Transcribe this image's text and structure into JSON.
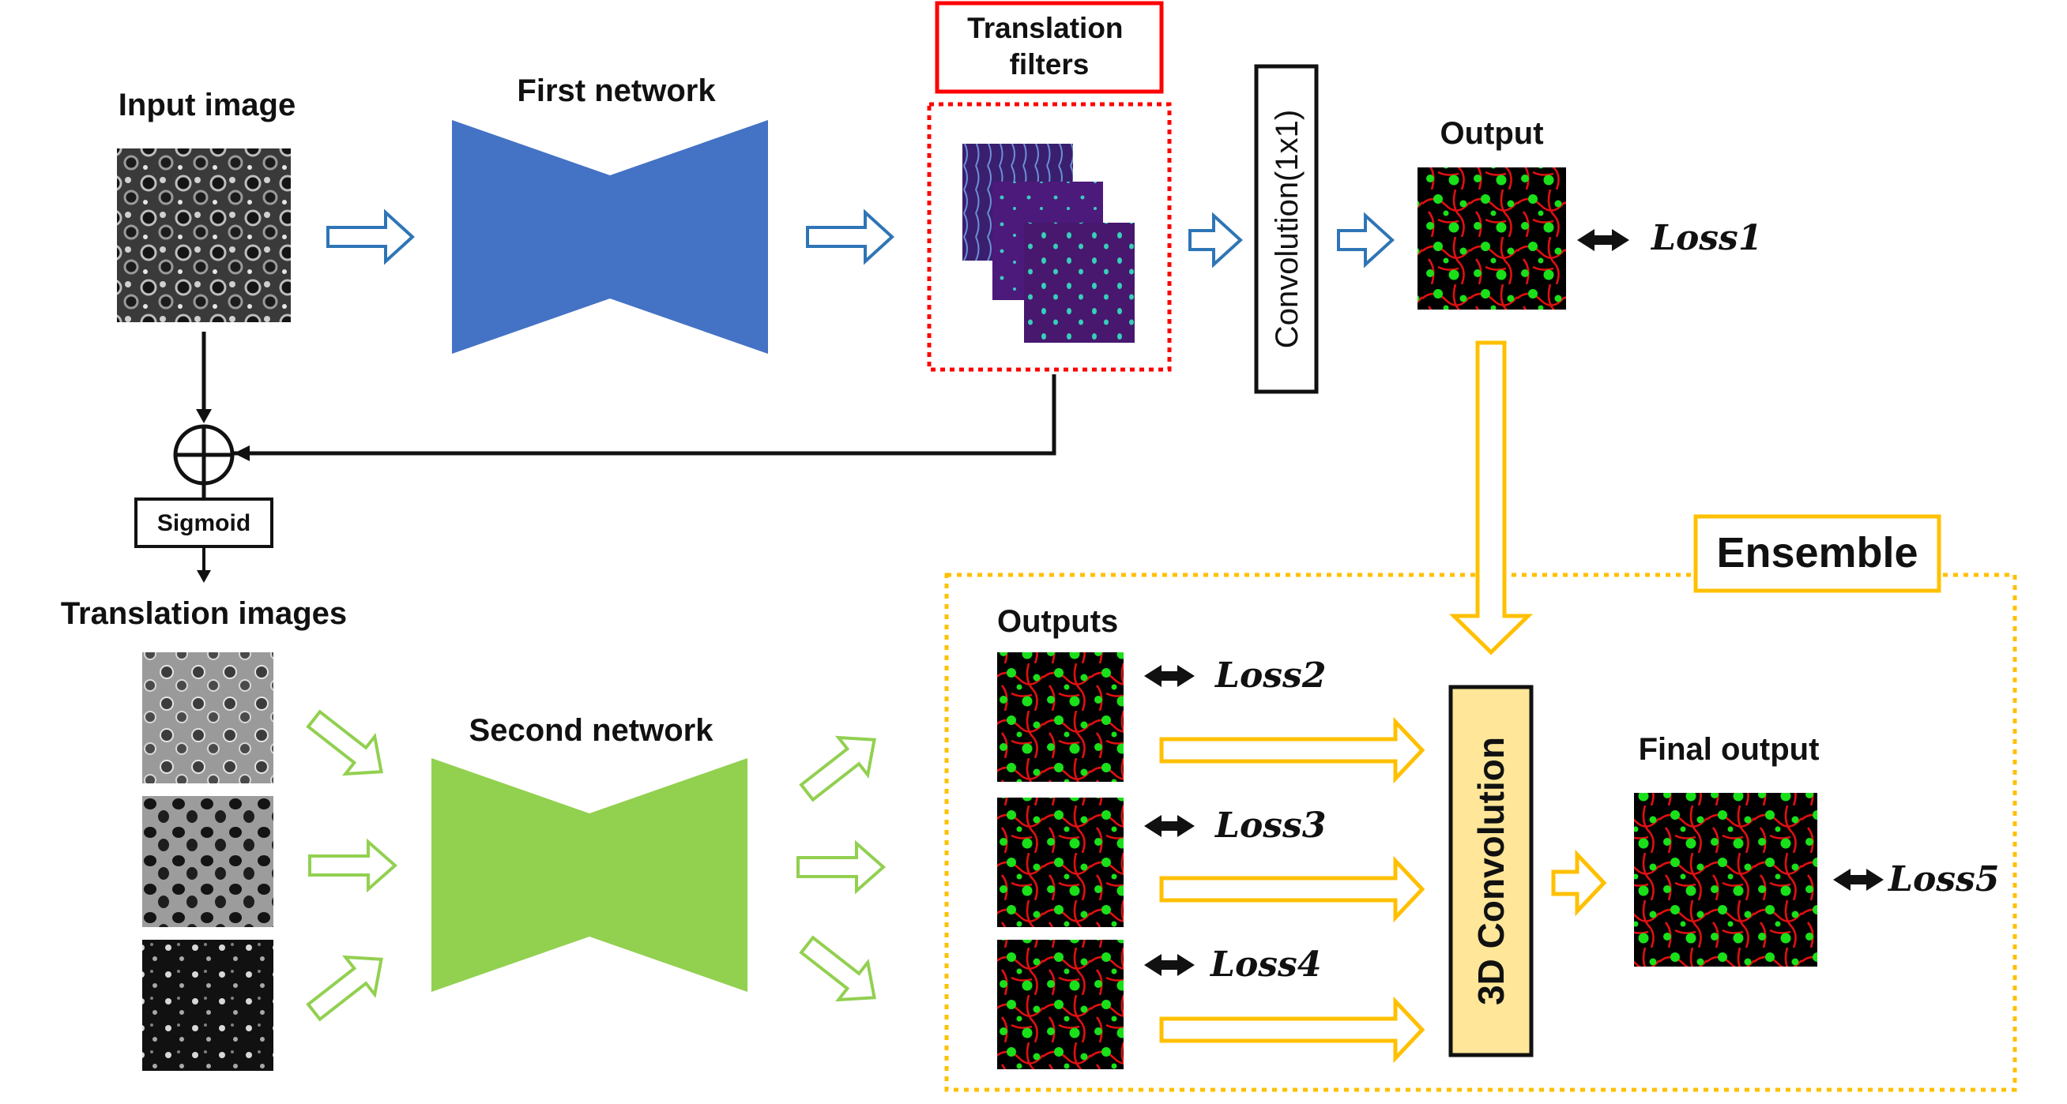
{
  "labels": {
    "input_image": "Input image",
    "first_network": "First network",
    "translation_filters": "Translation\nfilters",
    "convolution_1x1": "Convolution(1x1)",
    "output": "Output",
    "sigmoid": "Sigmoid",
    "translation_images": "Translation images",
    "second_network": "Second network",
    "outputs": "Outputs",
    "ensemble": "Ensemble",
    "conv3d": "3D Convolution",
    "final_output": "Final output"
  },
  "losses": {
    "loss1": "Loss1",
    "loss2": "Loss2",
    "loss3": "Loss3",
    "loss4": "Loss4",
    "loss5": "Loss5"
  },
  "colors": {
    "first_network": "#4472C4",
    "second_network": "#92D050",
    "blue_arrow": "#2E75B6",
    "green_arrow": "#92D050",
    "yellow_arrow": "#FFC000",
    "filter_box": "#FF0000",
    "ensemble_box": "#FFC000",
    "conv3d_fill": "#FFE699",
    "segmentation_bg": "#000000",
    "membrane": "#E01010",
    "nuclei": "#1AE01A",
    "filter_purple": "#4B1A7A",
    "filter_dot": "#3FC8C0"
  },
  "icons": {
    "sum_node": "circle-plus-icon",
    "double_arrow": "double-headed-arrow-icon"
  }
}
